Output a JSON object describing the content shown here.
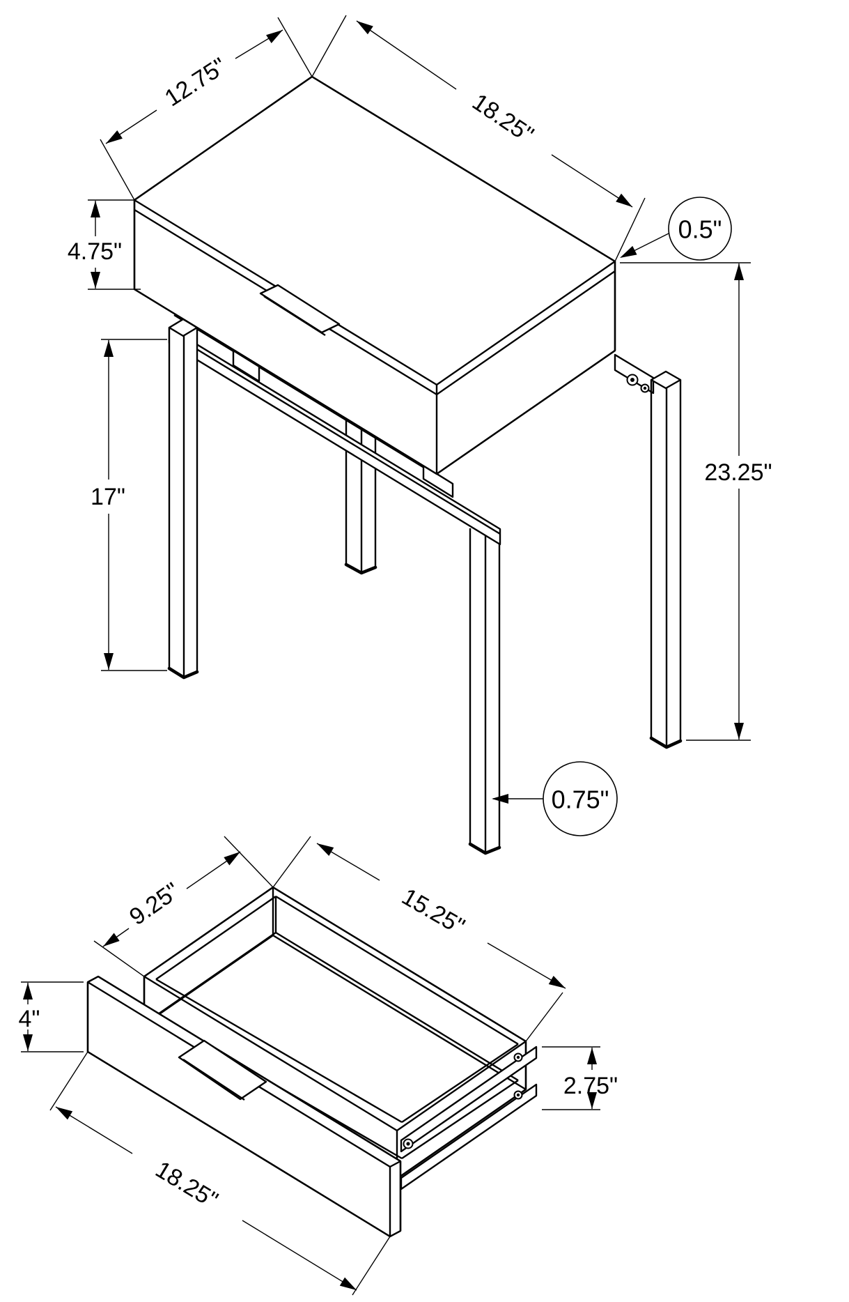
{
  "document": {
    "type": "furniture-dimension-diagram",
    "background": "#ffffff",
    "line_color": "#000000"
  },
  "table_view": {
    "name": "accent table isometric view",
    "dims": {
      "top_depth": "12.75\"",
      "top_width": "18.25\"",
      "box_height": "4.75\"",
      "top_thickness": "0.5\"",
      "leg_height": "17\"",
      "overall_height": "23.25\"",
      "leg_thickness": "0.75\""
    }
  },
  "drawer_view": {
    "name": "drawer isometric view",
    "dims": {
      "inner_depth": "9.25\"",
      "inner_length": "15.25\"",
      "front_height": "4\"",
      "back_height": "2.75\"",
      "front_width": "18.25\""
    }
  }
}
